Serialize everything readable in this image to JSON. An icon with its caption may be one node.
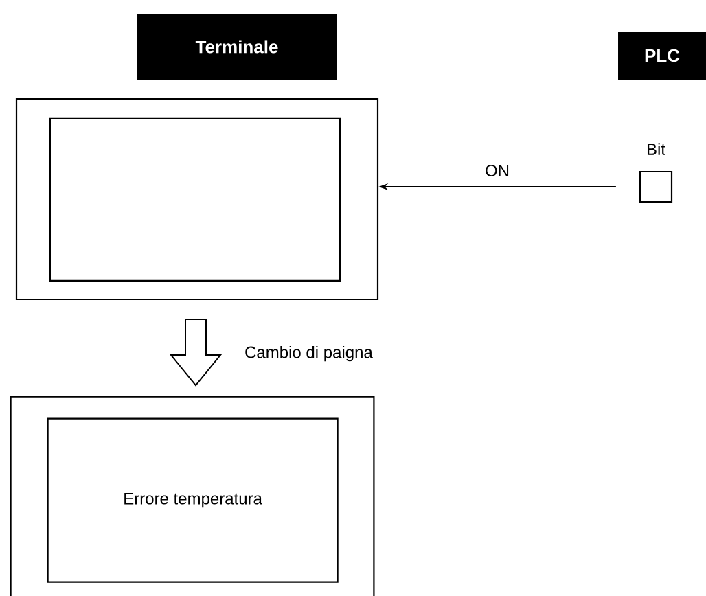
{
  "diagram": {
    "nodes": [
      {
        "text": [
          "Terminale"
        ]
      },
      {
        "text": [],
        "shape": "box"
      },
      {
        "text": [],
        "shape": "box",
        "in": 1
      },
      {
        "text": [
          "PLC"
        ]
      },
      {
        "text": [],
        "shape": "box",
        "beside": [
          "Bit"
        ]
      },
      {
        "text": [],
        "shape": "box"
      },
      {
        "text": [
          "Errore temperatura"
        ],
        "in": 5
      }
    ],
    "edges": [
      {
        "from": 4,
        "to": 1,
        "arrow": "to",
        "label": "ON"
      },
      {
        "from": 1,
        "to": 5,
        "arrow": "to",
        "label": "Cambio di paigna",
        "style": "thick"
      }
    ]
  }
}
